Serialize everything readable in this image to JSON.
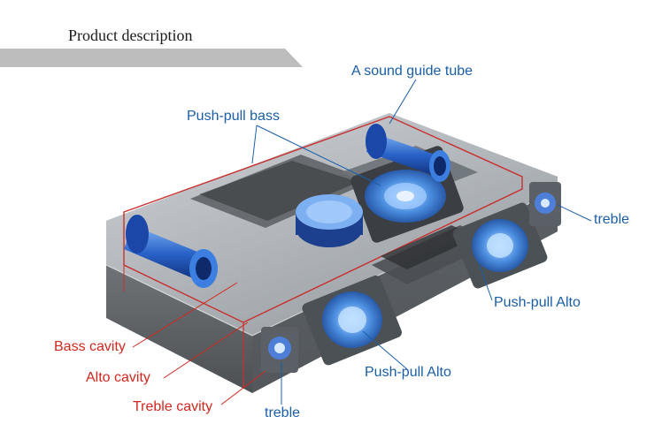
{
  "header": {
    "title": "Product description"
  },
  "colors": {
    "callout_blue": "#1a5ea8",
    "callout_red": "#d0281f",
    "banner_gray": "#bdbdbd"
  },
  "labels": {
    "sound_guide_tube": "A sound guide tube",
    "push_pull_bass": "Push-pull bass",
    "treble_right": "treble",
    "push_pull_alto_right": "Push-pull Alto",
    "push_pull_alto_front": "Push-pull Alto",
    "treble_front": "treble",
    "bass_cavity": "Bass cavity",
    "alto_cavity": "Alto cavity",
    "treble_cavity": "Treble cavity"
  }
}
